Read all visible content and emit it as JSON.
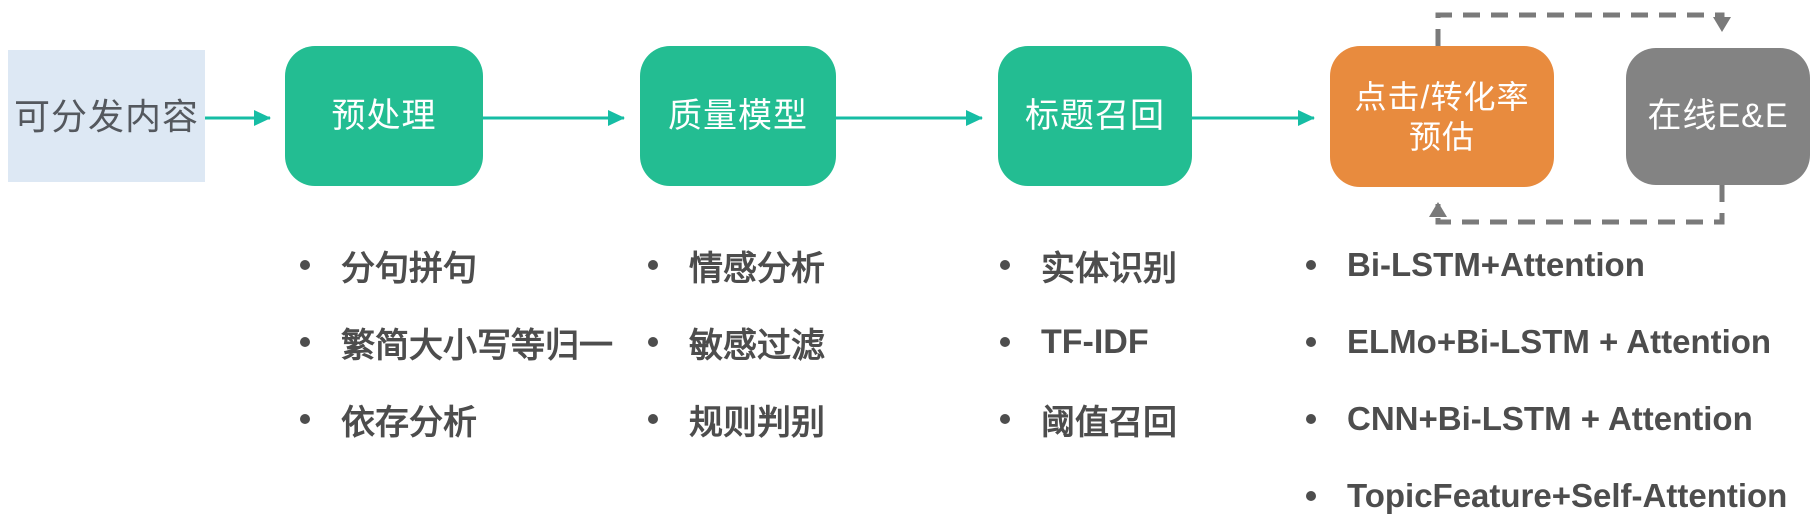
{
  "colors": {
    "box-green": "#23bd92",
    "box-orange": "#e88b3e",
    "box-gray": "#838383",
    "box-lightblue": "#dde8f4",
    "arrow-teal": "#16bda4",
    "dashed-gray": "#7a7a7a",
    "list-text": "#4d4d4d"
  },
  "flow": {
    "boxes": [
      {
        "id": "source",
        "label": "可分发内容"
      },
      {
        "id": "preprocess",
        "label": "预处理"
      },
      {
        "id": "quality-model",
        "label": "质量模型"
      },
      {
        "id": "title-recall",
        "label": "标题召回"
      },
      {
        "id": "ctr-estimate",
        "label_line1": "点击/转化率",
        "label_line2": "预估"
      },
      {
        "id": "online-ee",
        "label": "在线E&E"
      }
    ]
  },
  "lists": {
    "preprocess": [
      "分句拼句",
      "繁简大小写等归一",
      "依存分析"
    ],
    "quality": [
      "情感分析",
      "敏感过滤",
      "规则判别"
    ],
    "recall": [
      "实体识别",
      "TF-IDF",
      "阈值召回"
    ],
    "models": [
      "Bi-LSTM+Attention",
      "ELMo+Bi-LSTM + Attention",
      "CNN+Bi-LSTM + Attention",
      "TopicFeature+Self-Attention"
    ]
  }
}
